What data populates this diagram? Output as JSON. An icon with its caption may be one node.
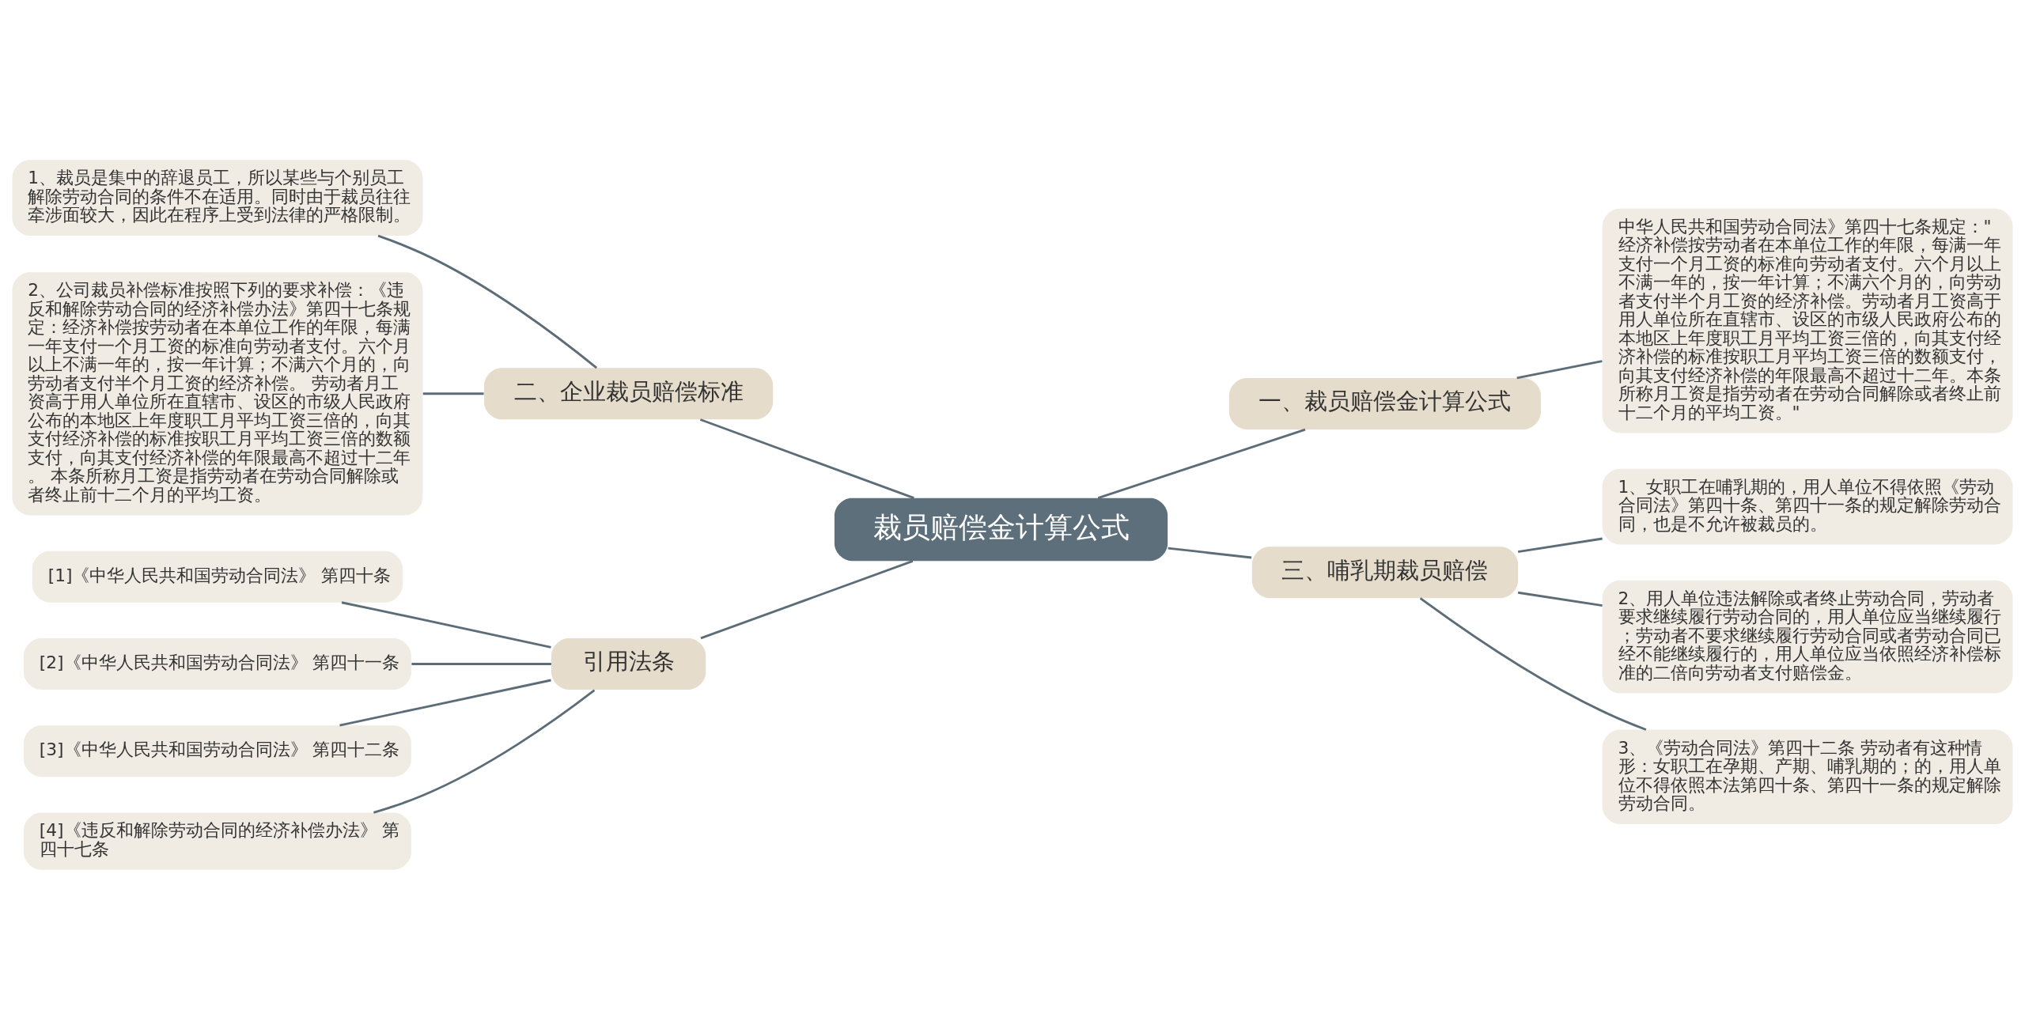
{
  "diagram": {
    "nodes": [
      {
        "text": [
          "裁员赔偿金计算公式"
        ]
      },
      {
        "text": [
          "一、裁员赔偿金计算公式"
        ]
      },
      {
        "text": [
          "中华人民共和国劳动合同法》第四十七条规定：\"经济补偿按劳动者在本单位工作的年限，每满一年支付一个月工资的标准向劳动者支付。六个月以上不满一年的，按一年计算；不满六个月的，向劳动者支付半个月工资的经济补偿。劳动者月工资高于用人单位所在直辖市、设区的市级人民政府公布的本地区上年度职工月平均工资三倍的，向其支付经济补偿的标准按职工月平均工资三倍的数额支付，向其支付经济补偿的年限最高不超过十二年。本条所称月工资是指劳动者在劳动合同解除或者终止前十二个月的平均工资。\""
        ]
      },
      {
        "text": [
          "二、企业裁员赔偿标准"
        ]
      },
      {
        "text": [
          "1、裁员是集中的辞退员工，所以某些与个别员工解除劳动合同的条件不在适用。同时由于裁员往往牵涉面较大，因此在程序上受到法律的严格限制。"
        ]
      },
      {
        "text": [
          "2、公司裁员补偿标准按照下列的要求补偿：《违反和解除劳动合同的经济补偿办法》第四十七条规定：经济补偿按劳动者在本单位工作的年限，每满一年支付一个月工资的标准向劳动者支付。六个月以上不满一年的，按一年计算；不满六个月的，向劳动者支付半个月工资的经济补偿。 劳动者月工资高于用人单位所在直辖市、设区的市级人民政府公布的本地区上年度职工月平均工资三倍的，向其支付经济补偿的标准按职工月平均工资三倍的数额支付，向其支付经济补偿的年限最高不超过十二年。 本条所称月工资是指劳动者在劳动合同解除或者终止前十二个月的平均工资。"
        ]
      },
      {
        "text": [
          "三、哺乳期裁员赔偿"
        ]
      },
      {
        "text": [
          "1、女职工在哺乳期的，用人单位不得依照《劳动合同法》第四十条、第四十一条的规定解除劳动合同，也是不允许被裁员的。"
        ]
      },
      {
        "text": [
          "2、用人单位违法解除或者终止劳动合同，劳动者要求继续履行劳动合同的，用人单位应当继续履行；劳动者不要求继续履行劳动合同或者劳动合同已经不能继续履行的，用人单位应当依照经济补偿标准的二倍向劳动者支付赔偿金。"
        ]
      },
      {
        "text": [
          "3、《劳动合同法》第四十二条 劳动者有这种情形：女职工在孕期、产期、哺乳期的；的，用人单位不得依照本法第四十条、第四十一条的规定解除劳动合同。"
        ]
      },
      {
        "text": [
          "引用法条"
        ]
      },
      {
        "text": [
          "[1]《中华人民共和国劳动合同法》 第四十条"
        ]
      },
      {
        "text": [
          "[2]《中华人民共和国劳动合同法》 第四十一条"
        ]
      },
      {
        "text": [
          "[3]《中华人民共和国劳动合同法》 第四十二条"
        ]
      },
      {
        "text": [
          "[4]《违反和解除劳动合同的经济补偿办法》 第四十七条"
        ]
      }
    ],
    "edges": [
      {
        "from": 0,
        "to": 1,
        "arrow": "none"
      },
      {
        "from": 1,
        "to": 2,
        "arrow": "none"
      },
      {
        "from": 3,
        "to": 0,
        "arrow": "none"
      },
      {
        "from": 4,
        "to": 3,
        "arrow": "none"
      },
      {
        "from": 5,
        "to": 3,
        "arrow": "none"
      },
      {
        "from": 0,
        "to": 6,
        "arrow": "none"
      },
      {
        "from": 6,
        "to": 7,
        "arrow": "none"
      },
      {
        "from": 6,
        "to": 8,
        "arrow": "none"
      },
      {
        "from": 6,
        "to": 9,
        "arrow": "none"
      },
      {
        "from": 10,
        "to": 0,
        "arrow": "none"
      },
      {
        "from": 11,
        "to": 10,
        "arrow": "none"
      },
      {
        "from": 12,
        "to": 10,
        "arrow": "none"
      },
      {
        "from": 13,
        "to": 10,
        "arrow": "none"
      },
      {
        "from": 14,
        "to": 10,
        "arrow": "none"
      }
    ]
  }
}
